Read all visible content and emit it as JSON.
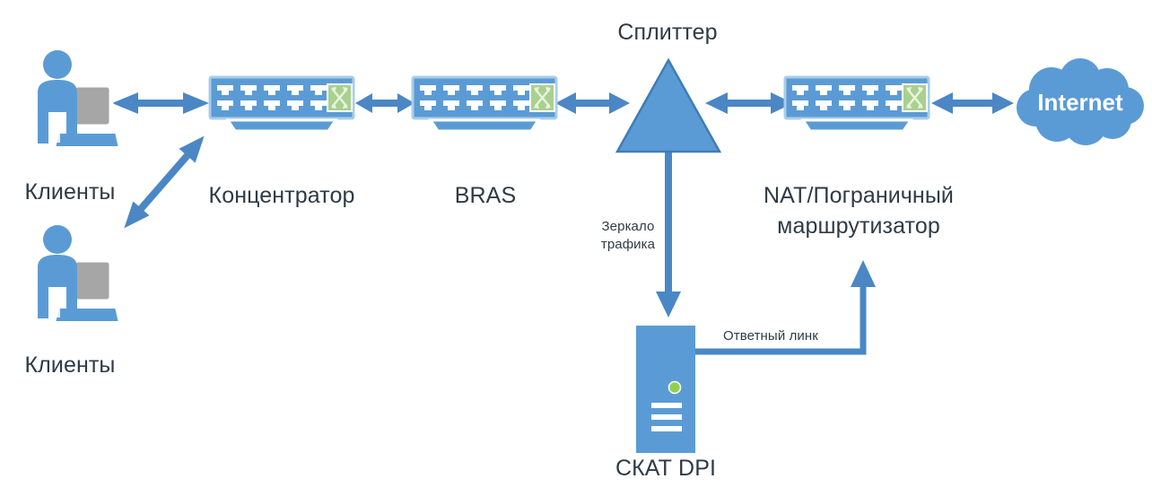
{
  "diagram": {
    "title": "SKAT DPI network traffic mirroring topology",
    "colors": {
      "primary_blue": "#5b9bd5",
      "node_stroke": "#a9cdea",
      "arrow_blue": "#4a87c4",
      "accent_green": "#a9d18e",
      "green_stroke": "#78ab5a",
      "text_dark": "#2e3b46",
      "laptop_grey": "#a6a6a6",
      "led_green": "#8fd14f",
      "background": "#ffffff"
    },
    "nodes": [
      {
        "id": "clients-top",
        "label": "Клиенты",
        "icon": "user-computer-icon"
      },
      {
        "id": "clients-bottom",
        "label": "Клиенты",
        "icon": "user-computer-icon"
      },
      {
        "id": "concentrator",
        "label": "Концентратор",
        "icon": "network-switch-icon"
      },
      {
        "id": "bras",
        "label": "BRAS",
        "icon": "network-switch-icon"
      },
      {
        "id": "splitter",
        "label": "Сплиттер",
        "icon": "splitter-triangle-icon"
      },
      {
        "id": "nat-router",
        "label": "NAT/Пограничный маршрутизатор",
        "label_line1": "NAT/Пограничный",
        "label_line2": "маршрутизатор",
        "icon": "network-switch-icon"
      },
      {
        "id": "internet",
        "label": "Internet",
        "icon": "cloud-icon"
      },
      {
        "id": "skat-dpi",
        "label": "СКАТ DPI",
        "icon": "server-icon"
      }
    ],
    "connectors": [
      {
        "id": "clients-top-to-concentrator",
        "label": "",
        "style": "double-arrow-horizontal"
      },
      {
        "id": "clients-bottom-to-concentrator",
        "label": "",
        "style": "double-arrow-diagonal"
      },
      {
        "id": "concentrator-to-bras",
        "label": "",
        "style": "double-arrow-horizontal"
      },
      {
        "id": "bras-to-splitter",
        "label": "",
        "style": "double-arrow-horizontal"
      },
      {
        "id": "splitter-to-nat",
        "label": "",
        "style": "double-arrow-horizontal"
      },
      {
        "id": "nat-to-internet",
        "label": "",
        "style": "double-arrow-horizontal"
      },
      {
        "id": "splitter-to-skat",
        "label": "Зеркало трафика",
        "label_line1": "Зеркало",
        "label_line2": "трафика",
        "style": "single-arrow-down"
      },
      {
        "id": "skat-to-nat",
        "label": "Ответный линк",
        "style": "elbow-arrow-up"
      }
    ]
  }
}
